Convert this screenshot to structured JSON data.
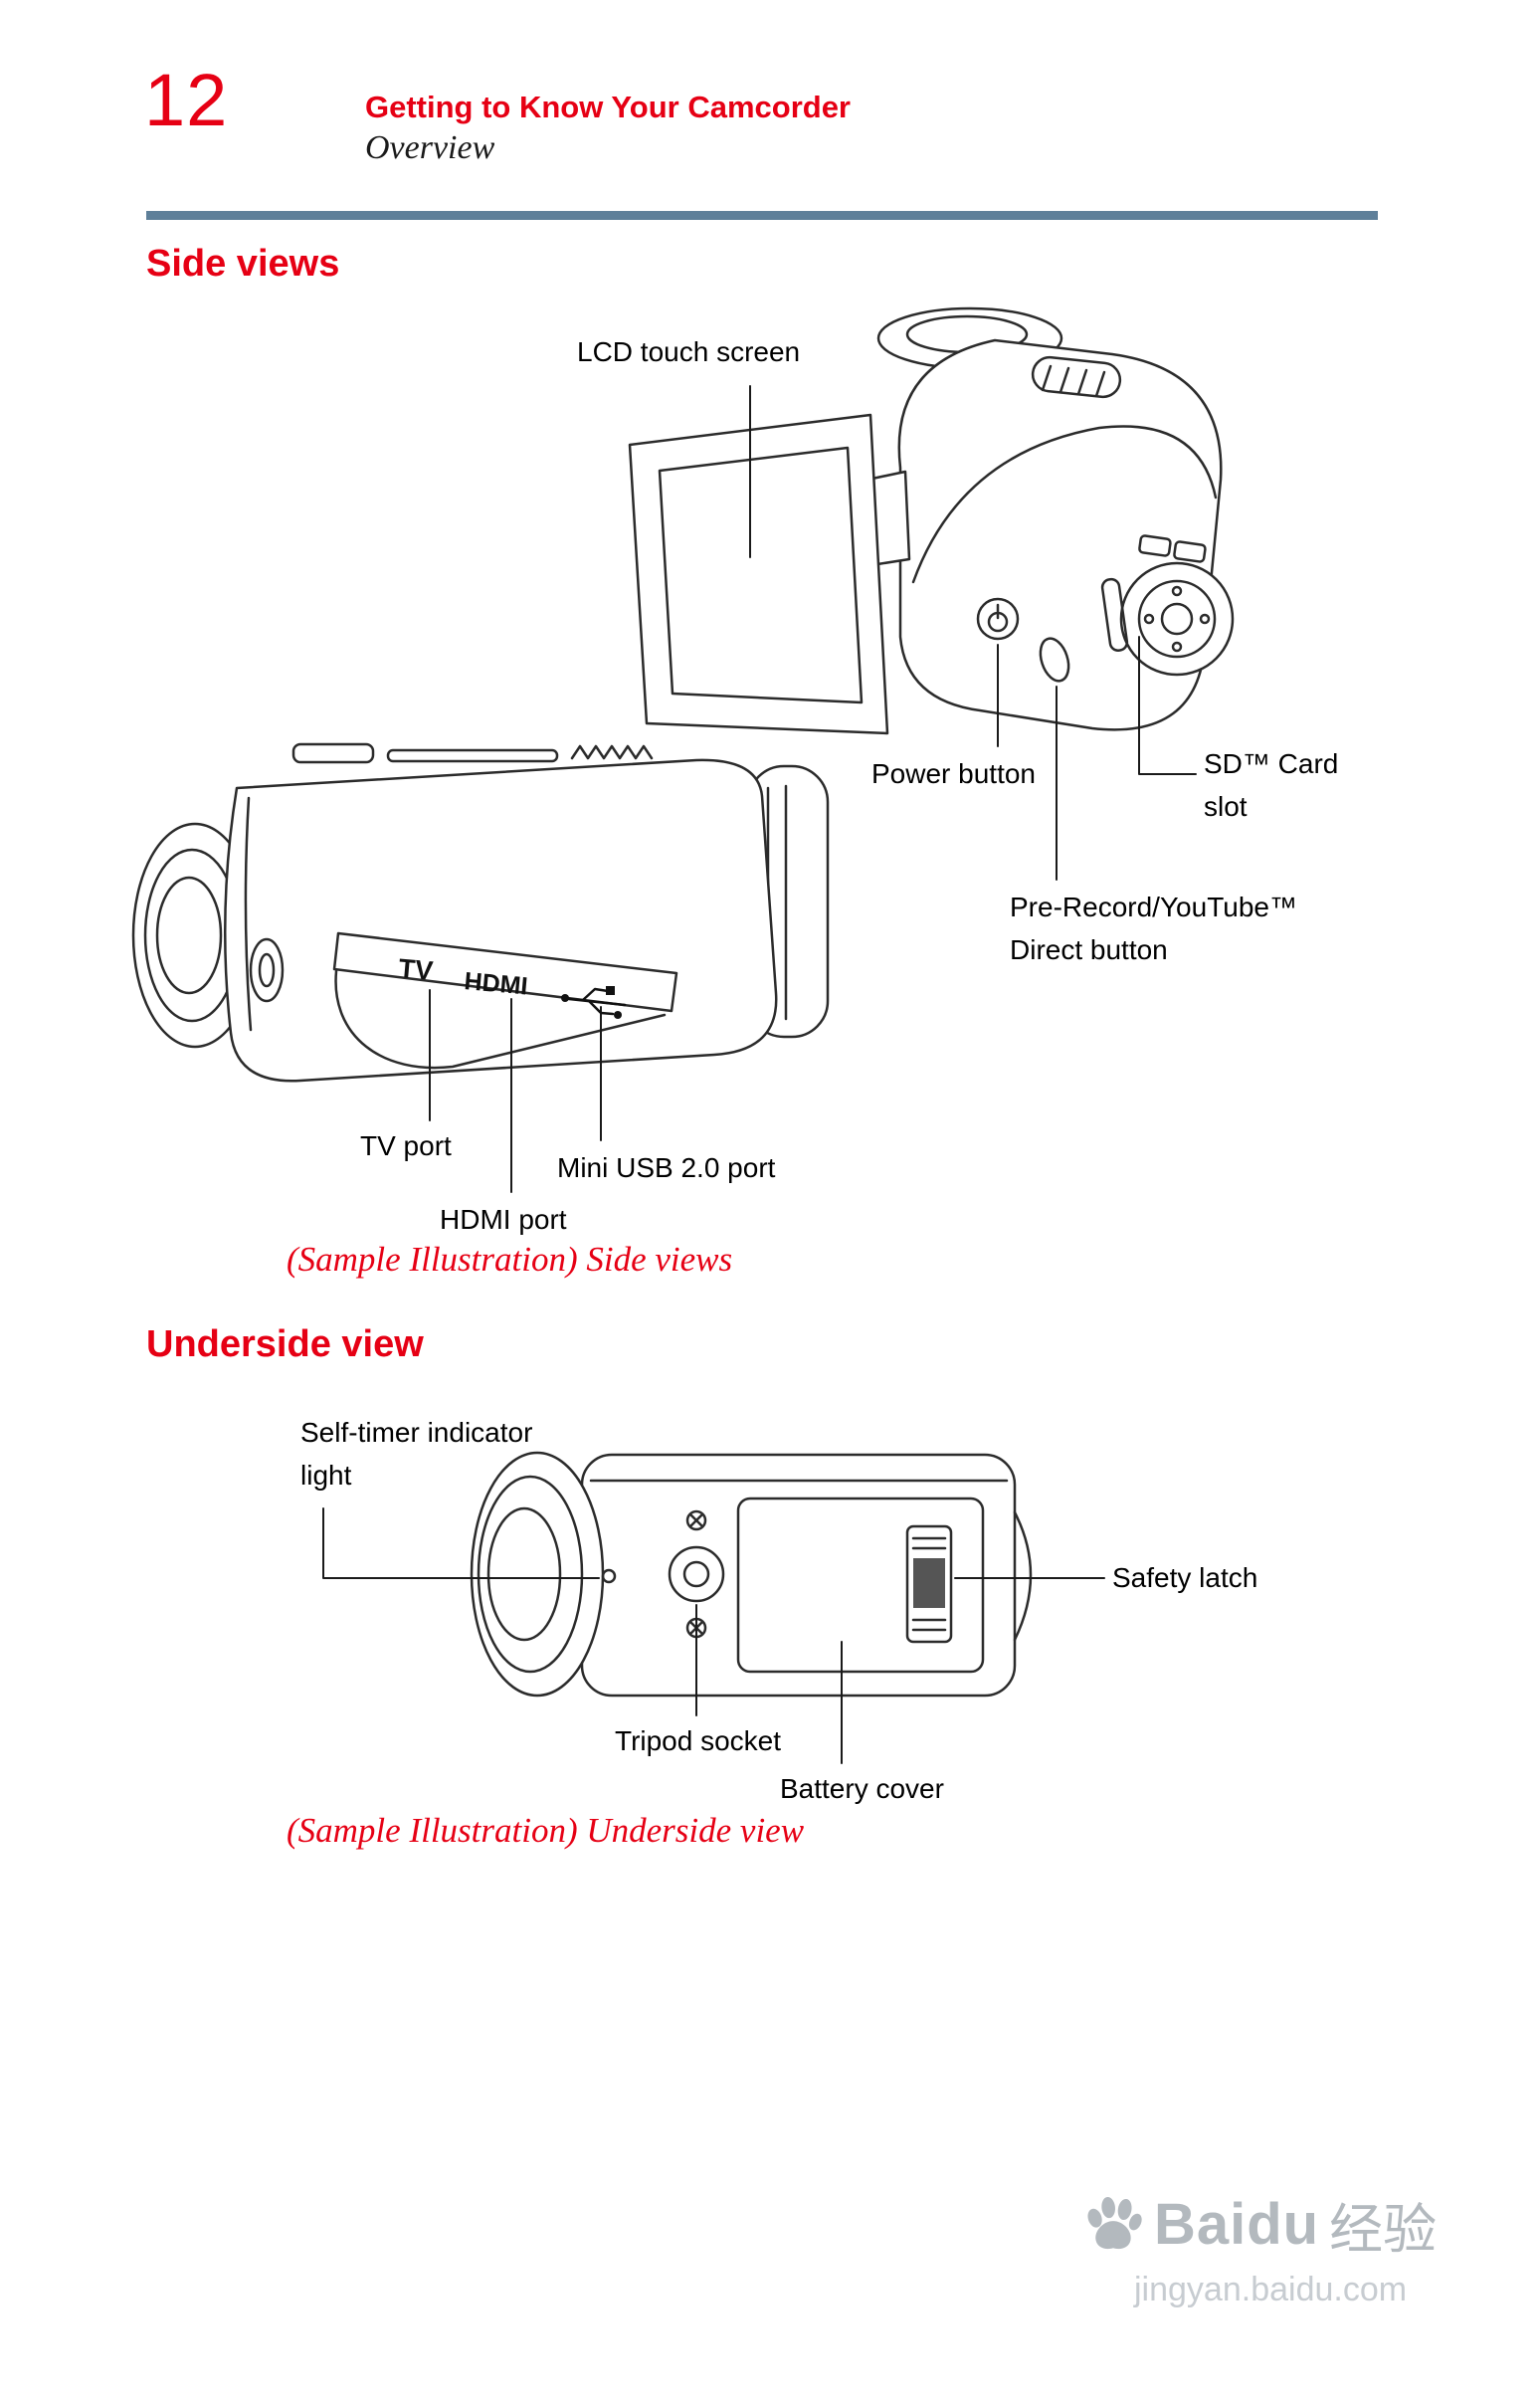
{
  "page": {
    "number": "12",
    "header": {
      "title": "Getting to Know Your Camcorder",
      "subtitle": "Overview"
    }
  },
  "side_views": {
    "heading": "Side views",
    "caption": "(Sample Illustration) Side views",
    "labels": {
      "lcd": "LCD touch screen",
      "power": "Power button",
      "sd_line1": "SD™ Card",
      "sd_line2": "slot",
      "prerecord_line1": "Pre-Record/YouTube™",
      "prerecord_line2": "Direct button",
      "tv": "TV port",
      "usb": "Mini USB 2.0 port",
      "hdmi": "HDMI port"
    },
    "port_markings": {
      "tv": "TV",
      "hdmi": "HDMI"
    }
  },
  "underside_view": {
    "heading": "Underside view",
    "caption": "(Sample Illustration) Underside view",
    "labels": {
      "self_timer_line1": "Self-timer indicator",
      "self_timer_line2": "light",
      "safety_latch": "Safety latch",
      "tripod": "Tripod socket",
      "battery": "Battery cover"
    }
  },
  "watermark": {
    "brand": "Baidu",
    "brand_cn": "经验",
    "url": "jingyan.baidu.com"
  },
  "colors": {
    "accent_red": "#e60014",
    "rule_blue": "#5e7f99",
    "ink": "#111111",
    "watermark_gray": "#b3b9be"
  }
}
